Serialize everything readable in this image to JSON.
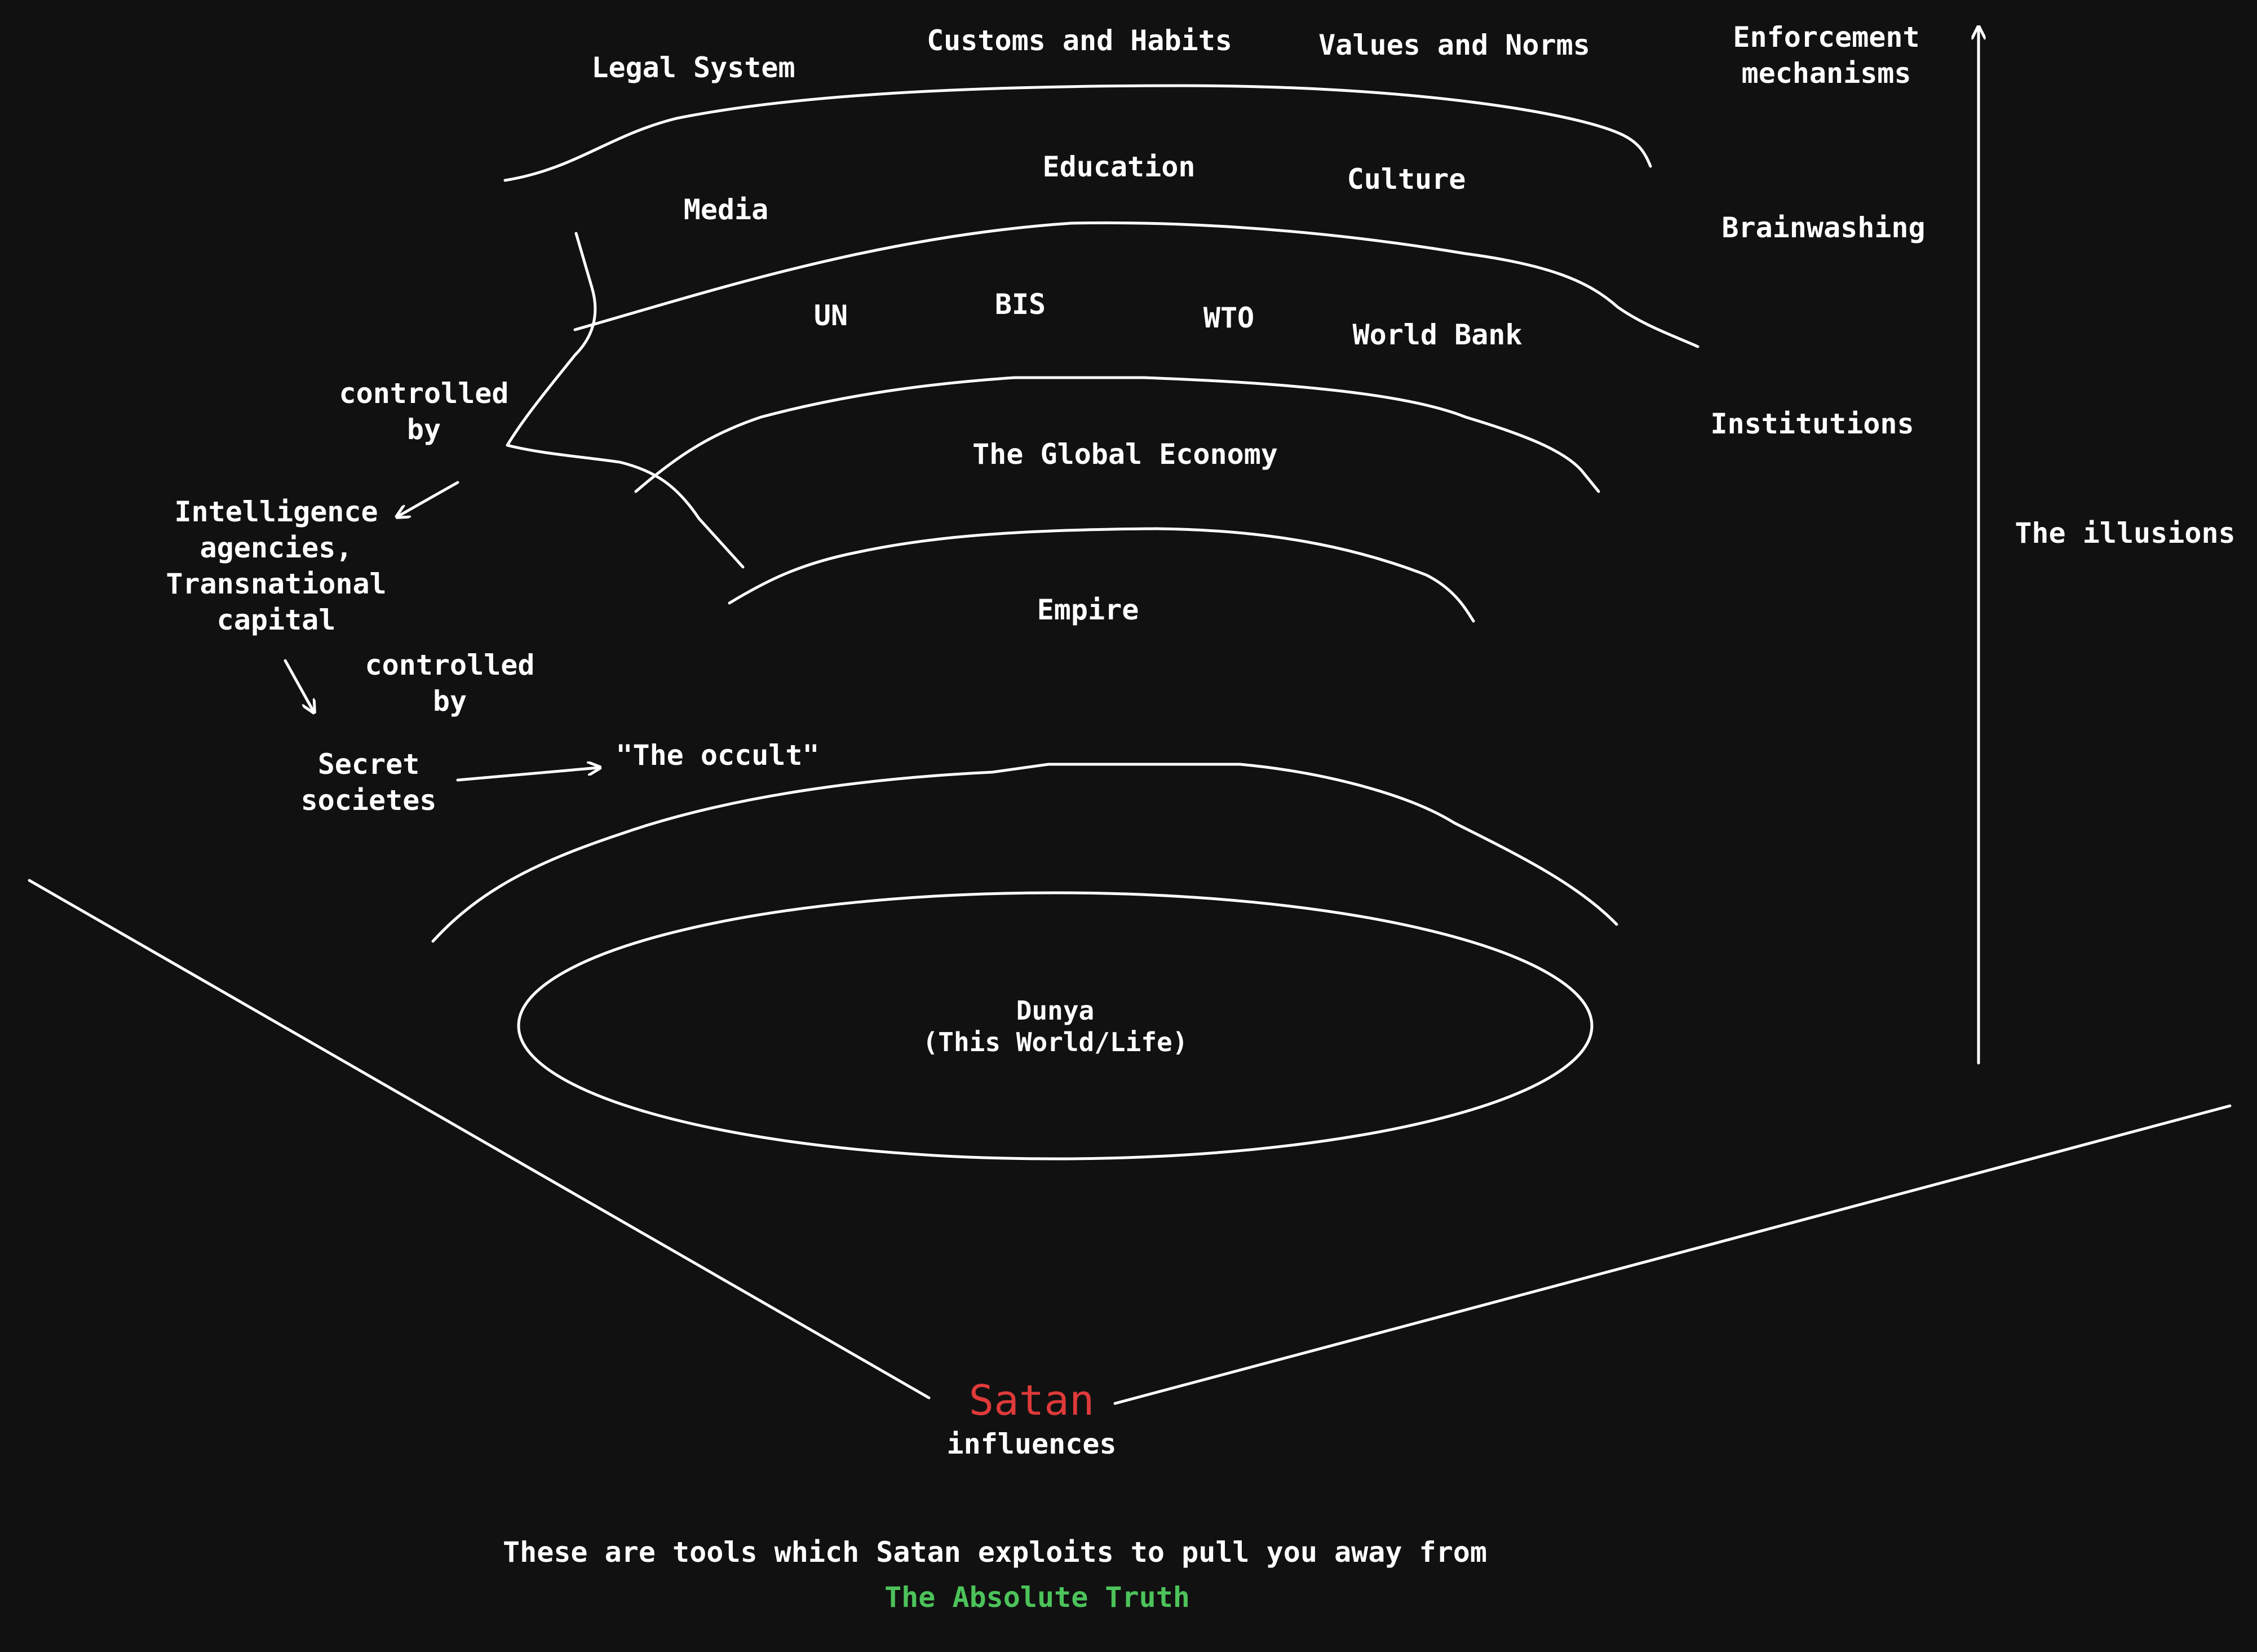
{
  "colors": {
    "background": "#111111",
    "text": "#ffffff",
    "satan": "#e03a3a",
    "truth": "#4cc35a"
  },
  "layers": {
    "enforcement": {
      "items": [
        "Legal System",
        "Customs and Habits",
        "Values and Norms"
      ],
      "side_label": "Enforcement\nmechanisms"
    },
    "brainwashing": {
      "items": [
        "Media",
        "Education",
        "Culture"
      ],
      "side_label": "Brainwashing"
    },
    "institutions": {
      "items": [
        "UN",
        "BIS",
        "WTO",
        "World Bank"
      ],
      "side_label": "Institutions"
    },
    "economy": {
      "label": "The Global Economy"
    },
    "empire": {
      "label": "Empire"
    }
  },
  "illusions_label": "The illusions",
  "left_chain": {
    "controlled_by_1": "controlled\nby",
    "intelligence": "Intelligence\nagencies,\nTransnational\ncapital",
    "controlled_by_2": "controlled\nby",
    "secret_societies": "Secret\nsocietes",
    "occult": "\"The occult\""
  },
  "dunya": {
    "title": "Dunya",
    "subtitle": "(This World/Life)"
  },
  "satan": {
    "name": "Satan",
    "verb": "influences"
  },
  "footer": {
    "line1": "These are tools which Satan exploits to pull you away from",
    "line2": "The Absolute Truth"
  }
}
